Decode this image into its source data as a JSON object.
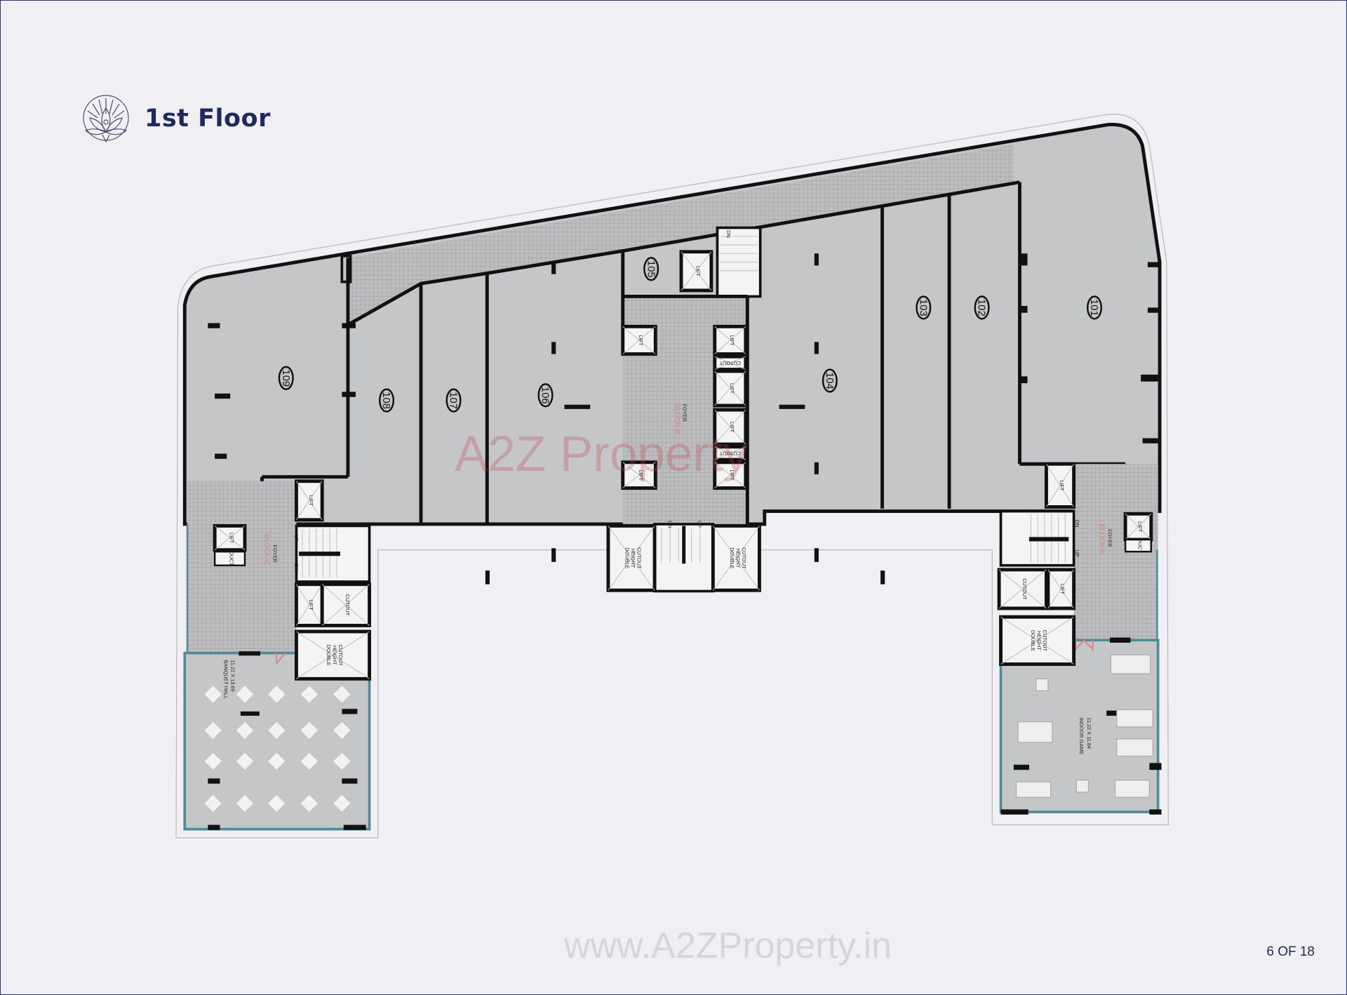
{
  "header": {
    "title": "1st Floor",
    "logo": "lotus-emblem-logo"
  },
  "footer": {
    "page_indicator": "6 OF 18",
    "website_watermark": "www.A2ZProperty.in"
  },
  "watermark": {
    "brand": "A2Z Property"
  },
  "plan": {
    "units": [
      "101",
      "102",
      "103",
      "104",
      "105",
      "106",
      "107",
      "108",
      "109"
    ],
    "labels": {
      "lift": "LIFT",
      "cutout": "CUTOUT",
      "double_height_1": "DOUBLE",
      "double_height_2": "HEIGHT",
      "double_height_3": "CUTOUT",
      "duct": "DUCT",
      "up": "UP",
      "down": "DN",
      "foyer": "FOYER"
    },
    "blocks": {
      "a": "BLOCK-A",
      "b": "BLOCK-B",
      "c": "BLOCK-C"
    },
    "rooms": {
      "banquet": {
        "name": "BANQUET HALL",
        "size": "11.22 X 13.69"
      },
      "indoor_game": {
        "name": "INDOOR GAME",
        "size": "11.22 X 11.84"
      }
    }
  },
  "colors": {
    "title": "#1f2a5c",
    "floor": "#c5c6c8",
    "wall": "#111111",
    "glass": "#4f8a98",
    "accent_red": "#e07f86"
  }
}
